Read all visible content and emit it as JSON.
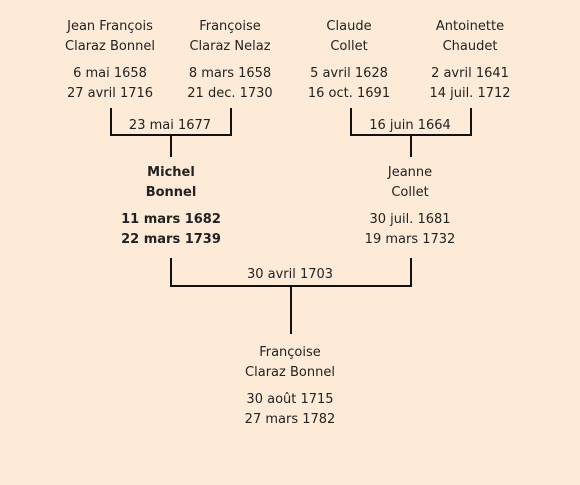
{
  "grandparents_paternal": {
    "father": {
      "first": "Jean François",
      "last": "Claraz Bonnel",
      "birth": "6 mai 1658",
      "death": "27 avril 1716"
    },
    "mother": {
      "first": "Françoise",
      "last": "Claraz Nelaz",
      "birth": "8 mars 1658",
      "death": "21 dec. 1730"
    },
    "marriage": "23 mai 1677"
  },
  "grandparents_maternal": {
    "father": {
      "first": "Claude",
      "last": "Collet",
      "birth": "5 avril 1628",
      "death": "16 oct. 1691"
    },
    "mother": {
      "first": "Antoinette",
      "last": "Chaudet",
      "birth": "2 avril 1641",
      "death": "14 juil. 1712"
    },
    "marriage": "16 juin 1664"
  },
  "parents": {
    "father": {
      "first": "Michel",
      "last": "Bonnel",
      "birth": "11 mars 1682",
      "death": "22 mars 1739"
    },
    "mother": {
      "first": "Jeanne",
      "last": "Collet",
      "birth": "30 juil. 1681",
      "death": "19 mars 1732"
    },
    "marriage": "30 avril 1703"
  },
  "child": {
    "first": "Françoise",
    "last": "Claraz Bonnel",
    "birth": "30 août 1715",
    "death": "27 mars 1782"
  }
}
